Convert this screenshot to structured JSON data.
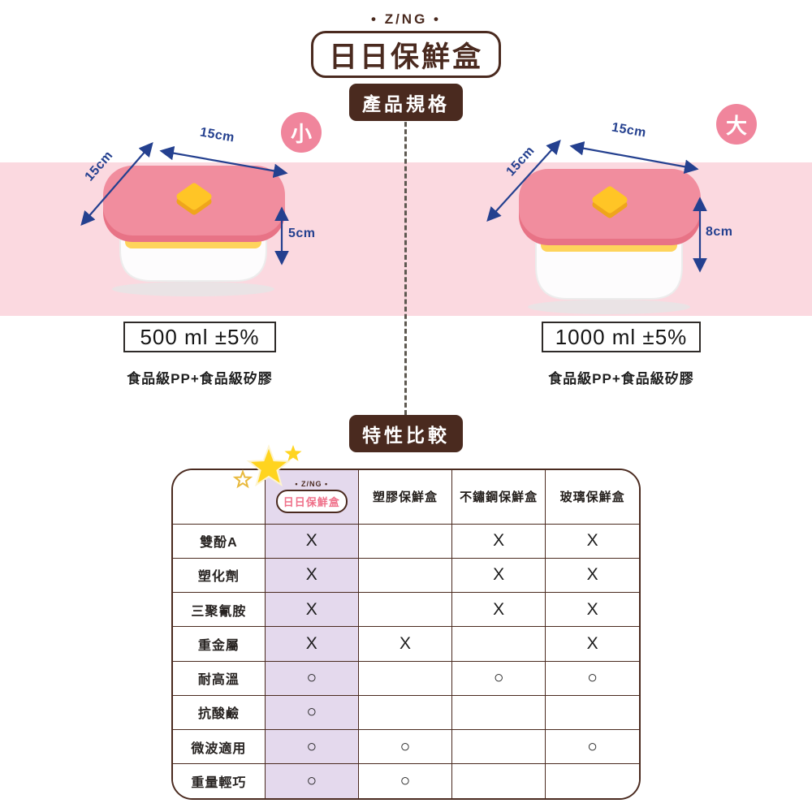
{
  "colors": {
    "brand_brown": "#4a2a1f",
    "band_pink": "#fbd9e0",
    "lid_pink": "#f18d9e",
    "button_yellow": "#ffc526",
    "dimension_blue": "#24408f",
    "size_badge_pink": "#f0859c",
    "highlight_lavender": "#e4d9ed",
    "star_yellow": "#ffd41f"
  },
  "header": {
    "brand": "• Z/NG •",
    "title": "日日保鮮盒",
    "section_spec": "產品規格",
    "section_compare": "特性比較"
  },
  "products": [
    {
      "size_badge": "小",
      "dim_width": "15cm",
      "dim_depth": "15cm",
      "dim_height": "5cm",
      "volume": "500 ml ±5%",
      "material": "食品級PP+食品級矽膠"
    },
    {
      "size_badge": "大",
      "dim_width": "15cm",
      "dim_depth": "15cm",
      "dim_height": "8cm",
      "volume": "1000 ml ±5%",
      "material": "食品級PP+食品級矽膠"
    }
  ],
  "comparison": {
    "brand_header": {
      "brand": "• Z/NG •",
      "label": "日日保鮮盒"
    },
    "column_headers": [
      "塑膠保鮮盒",
      "不鏽鋼保鮮盒",
      "玻璃保鮮盒"
    ],
    "rows": [
      {
        "label": "雙酚A",
        "values": [
          "X",
          "",
          "X",
          "X"
        ]
      },
      {
        "label": "塑化劑",
        "values": [
          "X",
          "",
          "X",
          "X"
        ]
      },
      {
        "label": "三聚氰胺",
        "values": [
          "X",
          "",
          "X",
          "X"
        ]
      },
      {
        "label": "重金屬",
        "values": [
          "X",
          "X",
          "",
          "X"
        ]
      },
      {
        "label": "耐高溫",
        "values": [
          "○",
          "",
          "○",
          "○"
        ]
      },
      {
        "label": "抗酸鹼",
        "values": [
          "○",
          "",
          "",
          ""
        ]
      },
      {
        "label": "微波適用",
        "values": [
          "○",
          "○",
          "",
          "○"
        ]
      },
      {
        "label": "重量輕巧",
        "values": [
          "○",
          "○",
          "",
          ""
        ]
      }
    ]
  }
}
